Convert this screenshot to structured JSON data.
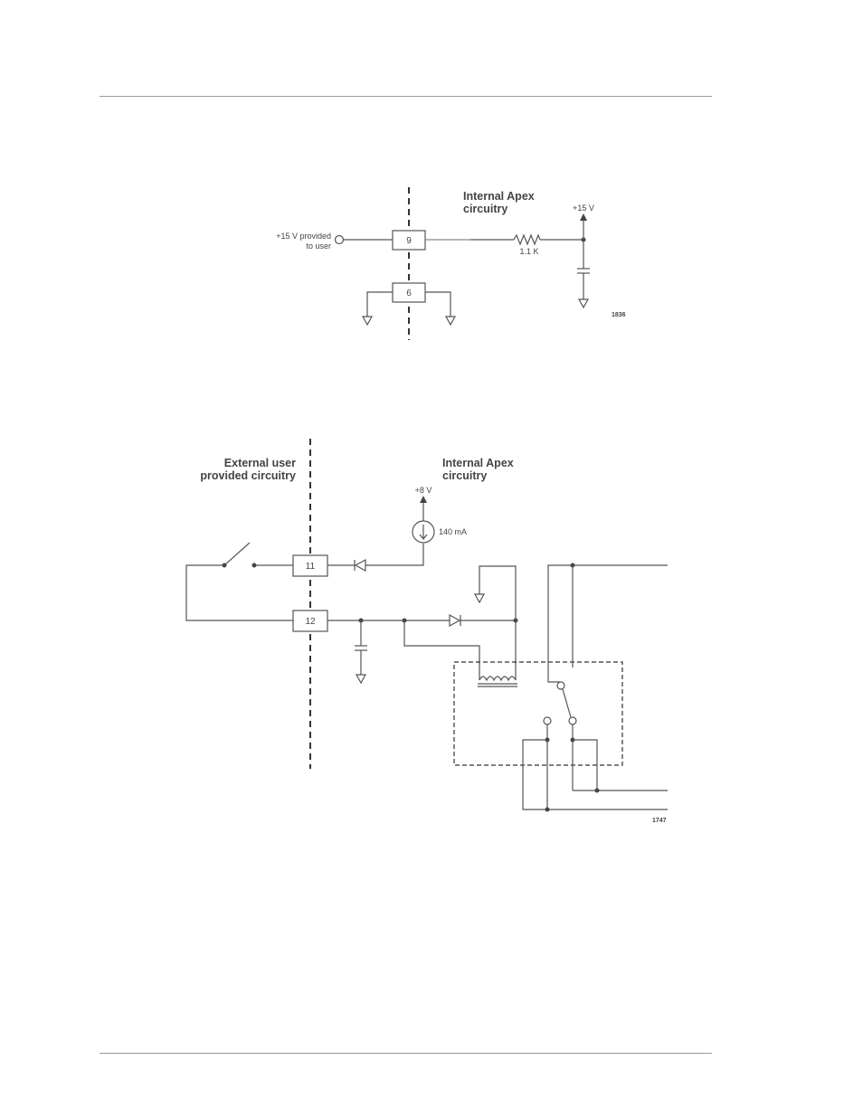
{
  "diagram1": {
    "internal_label_line1": "Internal Apex",
    "internal_label_line2": "circuitry",
    "supply_label": "+15 V",
    "user_label_line1": "+15 V provided",
    "user_label_line2": "to user",
    "pin_upper": "9",
    "pin_lower": "6",
    "resistor_label": "1.1 K",
    "figure_number": "1836"
  },
  "diagram2": {
    "external_label_line1": "External user",
    "external_label_line2": "provided circuitry",
    "internal_label_line1": "Internal Apex",
    "internal_label_line2": "circuitry",
    "supply_label": "+8 V",
    "current_label": "140 mA",
    "pin_upper": "11",
    "pin_lower": "12",
    "figure_number": "1747"
  }
}
